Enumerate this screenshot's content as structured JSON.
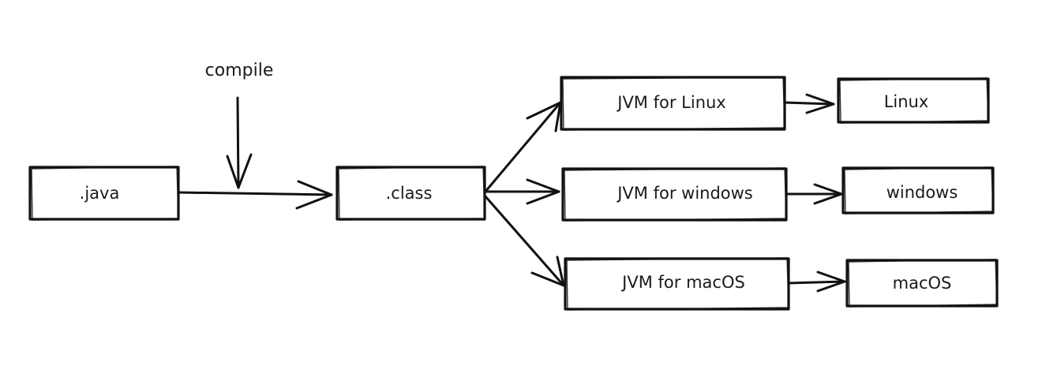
{
  "diagram": {
    "annotation": "compile",
    "nodes": {
      "java": ".java",
      "class": ".class",
      "jvm_linux": "JVM for Linux",
      "jvm_windows": "JVM for windows",
      "jvm_macos": "JVM for macOS",
      "linux": "Linux",
      "windows": "windows",
      "macos": "macOS"
    },
    "edges": [
      {
        "from": "java",
        "to": "class"
      },
      {
        "from": "class",
        "to": "jvm_linux"
      },
      {
        "from": "class",
        "to": "jvm_windows"
      },
      {
        "from": "class",
        "to": "jvm_macos"
      },
      {
        "from": "jvm_linux",
        "to": "linux"
      },
      {
        "from": "jvm_windows",
        "to": "windows"
      },
      {
        "from": "jvm_macos",
        "to": "macos"
      }
    ]
  }
}
